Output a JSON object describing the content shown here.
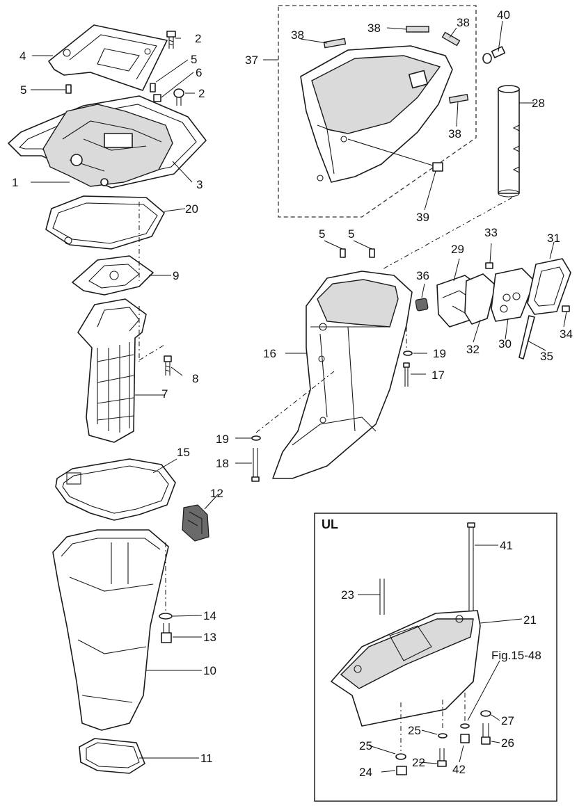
{
  "inset": {
    "title": "UL"
  },
  "callouts": {
    "c1": "1",
    "c2a": "2",
    "c2b": "2",
    "c3": "3",
    "c4": "4",
    "c5a": "5",
    "c5b": "5",
    "c5c": "5",
    "c5d": "5",
    "c6": "6",
    "c7": "7",
    "c8": "8",
    "c9": "9",
    "c10": "10",
    "c11": "11",
    "c12": "12",
    "c13": "13",
    "c14": "14",
    "c15": "15",
    "c16": "16",
    "c17": "17",
    "c18": "18",
    "c19a": "19",
    "c19b": "19",
    "c20": "20",
    "c21": "21",
    "c22": "22",
    "c23": "23",
    "c24": "24",
    "c25a": "25",
    "c25b": "25",
    "c26": "26",
    "c27": "27",
    "c28": "28",
    "c29": "29",
    "c30": "30",
    "c31": "31",
    "c32": "32",
    "c33": "33",
    "c34": "34",
    "c35": "35",
    "c36": "36",
    "c37": "37",
    "c38a": "38",
    "c38b": "38",
    "c38c": "38",
    "c38d": "38",
    "c39": "39",
    "c40": "40",
    "c41": "41",
    "c42": "42",
    "fig_ref": "Fig.15-48"
  },
  "colors": {
    "line": "#1a1a1a",
    "shade": "#dadada",
    "dark": "#6a6a6a",
    "background": "#ffffff"
  }
}
